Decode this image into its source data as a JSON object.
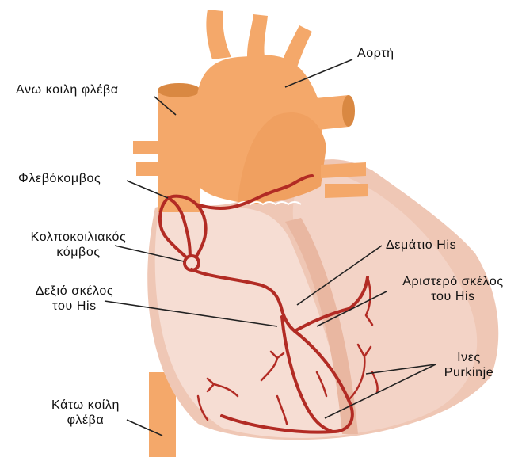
{
  "colors": {
    "vessel": "#F4A86A",
    "vessel_dark": "#D98842",
    "heart_wall": "#EFC7B5",
    "chamber": "#F6DDD3",
    "conduction": "#B22B24",
    "leader": "#222222"
  },
  "labels": {
    "aorta": "Αορτή",
    "svc": "Ανω κοιλη φλέβα",
    "sa_node": "Φλεβόκομβος",
    "av_node_l1": "Κολποκοιλιακός",
    "av_node_l2": "κόμβος",
    "his_bundle": "Δεμάτιο His",
    "right_branch_l1": "Δεξιό σκέλος",
    "right_branch_l2": "του His",
    "left_branch_l1": "Αριστερό σκέλος",
    "left_branch_l2": "του His",
    "purkinje_l1": "Ινες",
    "purkinje_l2": "Purkinje",
    "ivc_l1": "Κάτω κοίλη",
    "ivc_l2": "φλέβα"
  }
}
